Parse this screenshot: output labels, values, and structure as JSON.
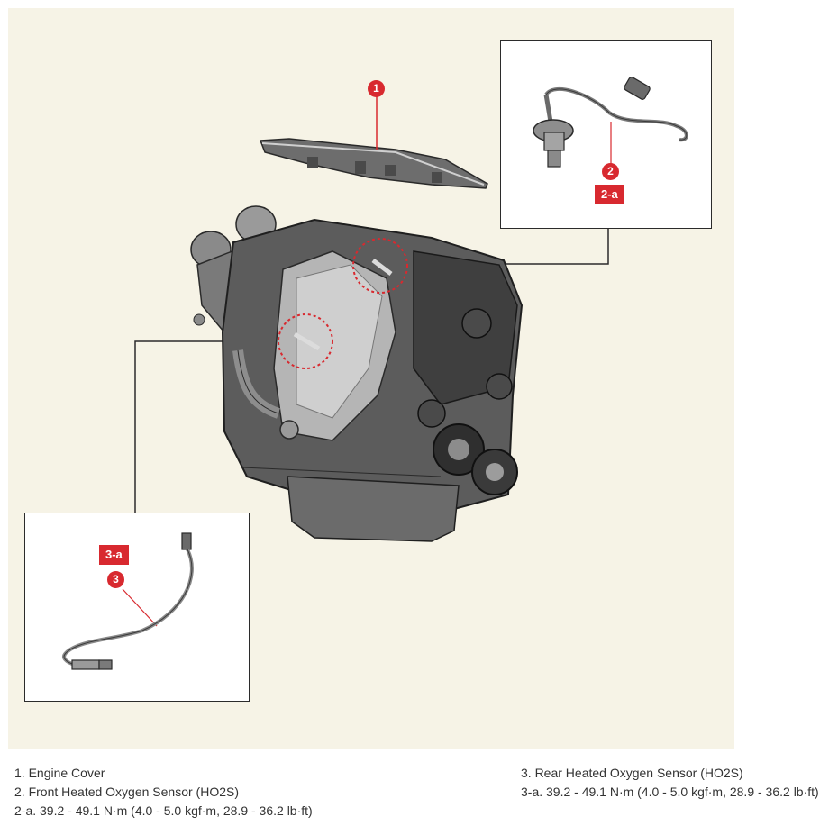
{
  "callouts": {
    "engine_cover_number": "1",
    "front_sensor_number": "2",
    "front_sensor_tag": "2-a",
    "rear_sensor_number": "3",
    "rear_sensor_tag": "3-a"
  },
  "legend": {
    "left": [
      "1. Engine Cover",
      "2. Front Heated Oxygen Sensor (HO2S)",
      "2-a. 39.2 - 49.1 N·m (4.0 - 5.0 kgf·m, 28.9 - 36.2 lb·ft)"
    ],
    "right": [
      "3. Rear Heated Oxygen Sensor (HO2S)",
      "3-a. 39.2 - 49.1 N·m (4.0 - 5.0 kgf·m, 28.9 - 36.2 lb·ft)"
    ]
  },
  "colors": {
    "figure_background": "#f6f3e6",
    "callout_red": "#d8292f",
    "box_border": "#2b2b2b",
    "legend_text": "#333333"
  },
  "icons": [
    "engine-illustration",
    "engine-cover-illustration",
    "front-oxygen-sensor-illustration",
    "rear-oxygen-sensor-illustration",
    "sensor-location-circle"
  ]
}
